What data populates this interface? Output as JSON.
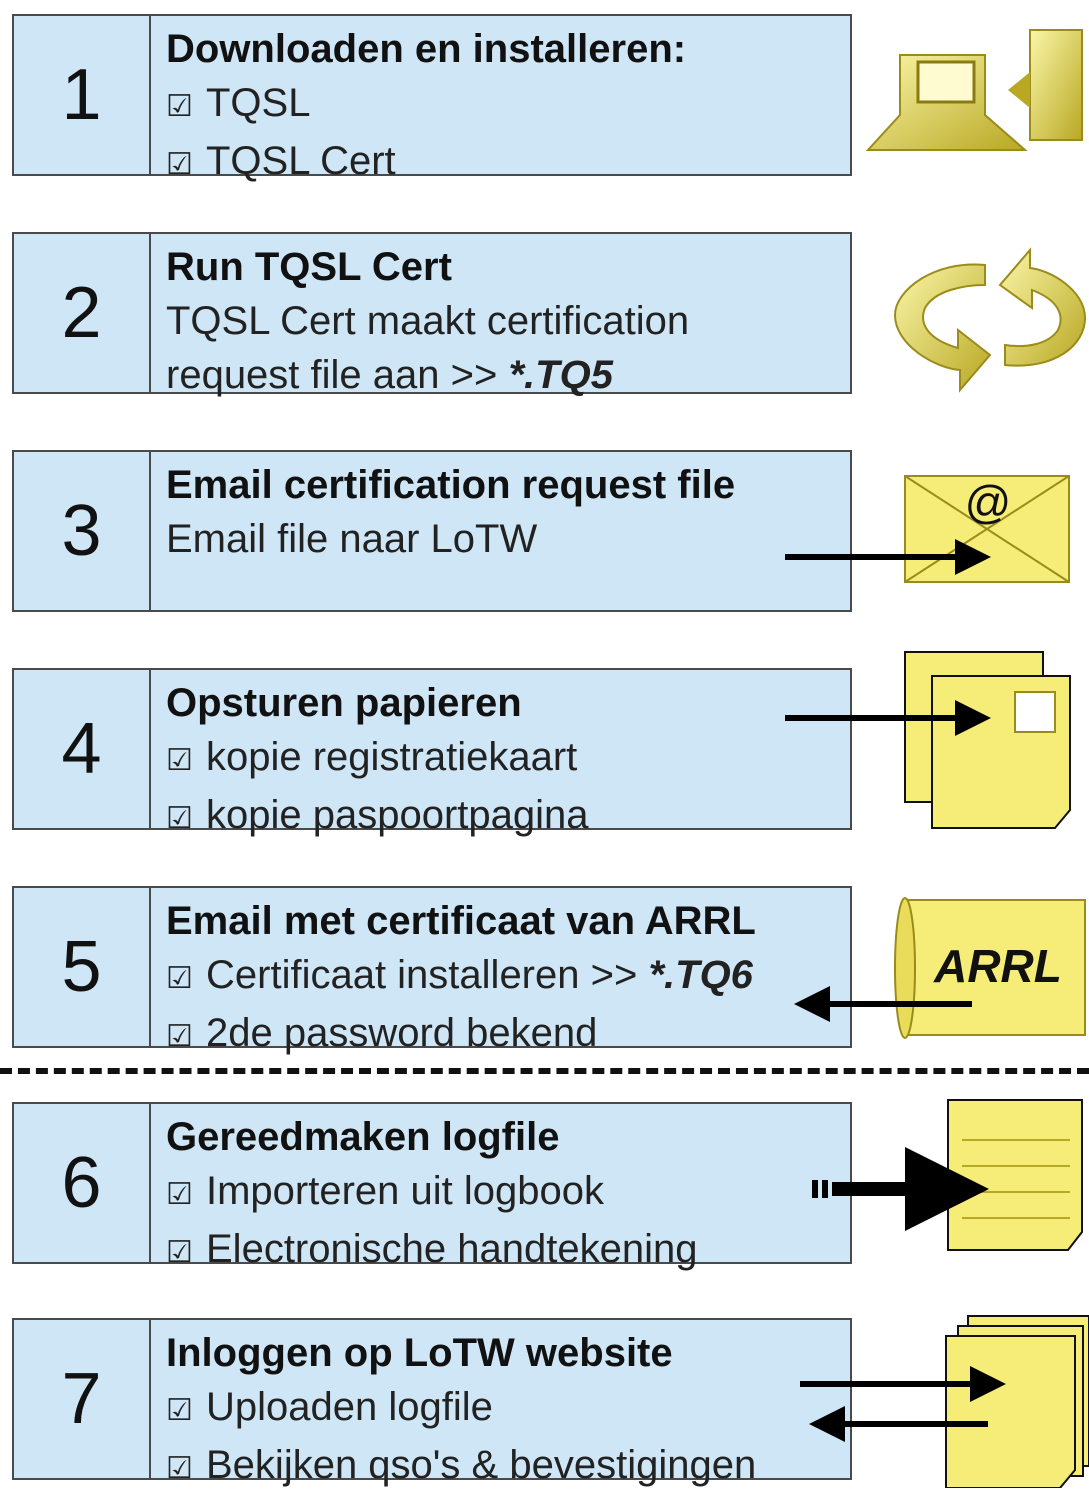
{
  "steps": [
    {
      "number": "1",
      "title": "Downloaden en installeren:",
      "lines": [
        {
          "check": "☑",
          "text": "TQSL"
        },
        {
          "check": "☑",
          "text": "TQSL Cert"
        }
      ]
    },
    {
      "number": "2",
      "title": "Run TQSL Cert",
      "lines": [
        {
          "check": "",
          "text": "TQSL Cert maakt certification"
        },
        {
          "check": "",
          "text": "request file aan >>",
          "ext": "*.TQ5"
        }
      ]
    },
    {
      "number": "3",
      "title": "Email certification request file",
      "lines": [
        {
          "check": "",
          "text": "Email file naar LoTW"
        }
      ]
    },
    {
      "number": "4",
      "title": "Opsturen papieren",
      "lines": [
        {
          "check": "☑",
          "text": "kopie registratiekaart"
        },
        {
          "check": "☑",
          "text": "kopie paspoortpagina"
        }
      ]
    },
    {
      "number": "5",
      "title": "Email met certificaat van ARRL",
      "lines": [
        {
          "check": "☑",
          "text": "Certificaat installeren >>",
          "ext": "*.TQ6"
        },
        {
          "check": "☑",
          "text": "2de password bekend"
        }
      ]
    },
    {
      "number": "6",
      "title": "Gereedmaken logfile",
      "lines": [
        {
          "check": "☑",
          "text": "Importeren uit logbook"
        },
        {
          "check": "☑",
          "text": "Electronische handtekening"
        }
      ]
    },
    {
      "number": "7",
      "title": "Inloggen op LoTW website",
      "lines": [
        {
          "check": "☑",
          "text": "Uploaden logfile"
        },
        {
          "check": "☑",
          "text": "Bekijken qso's & bevestigingen"
        }
      ]
    }
  ],
  "icons": {
    "step1": "computer-install-icon",
    "step2": "refresh-cycle-icon",
    "step3": "email-envelope-icon",
    "step4": "postal-documents-icon",
    "step5": "arrl-certificate-scroll-icon",
    "step5_label": "ARRL",
    "step6": "logfile-document-icon",
    "step7": "document-stack-icon",
    "at_sign": "@"
  },
  "colors": {
    "box_fill": "#cfe6f6",
    "icon_yellow": "#f4ec6a",
    "icon_olive": "#b8a823"
  }
}
